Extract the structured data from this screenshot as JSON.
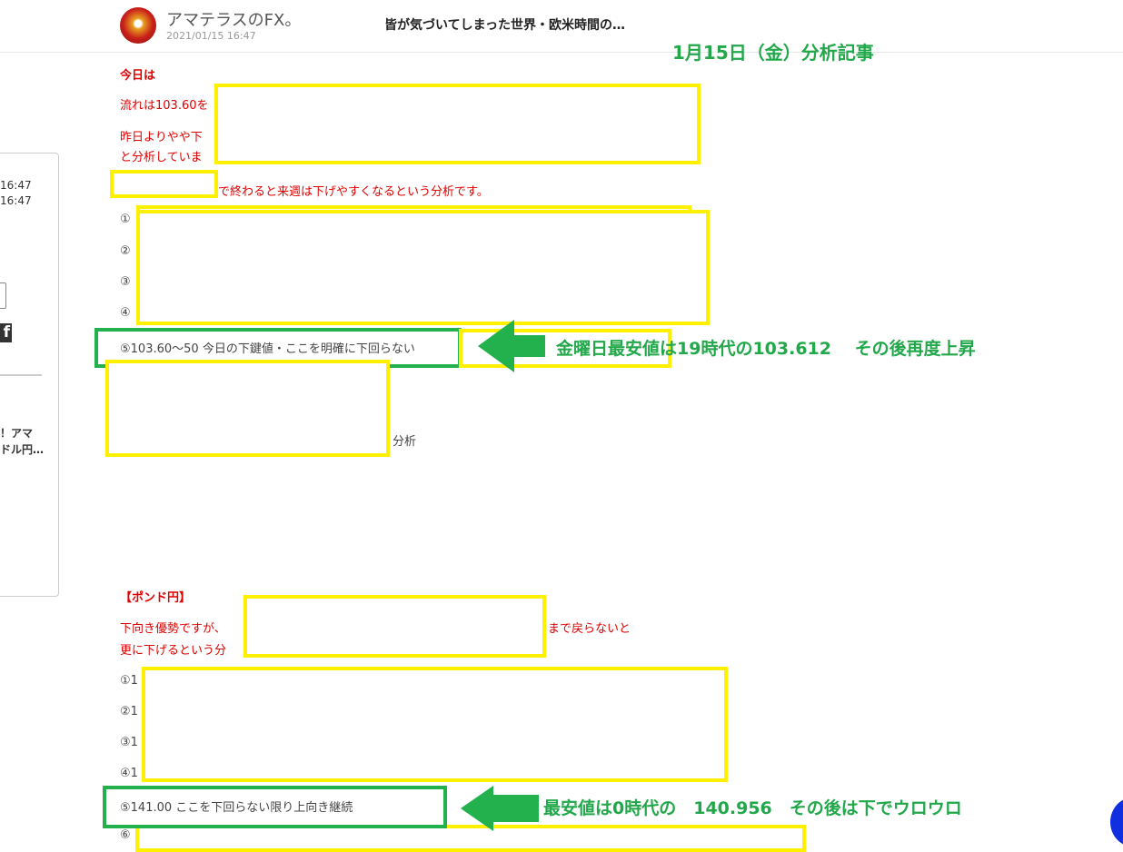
{
  "header": {
    "author": "アマテラスのFX。",
    "date": "2021/01/15 16:47",
    "title": "皆が気づいてしまった世界・欧米時間の…"
  },
  "sidebar": {
    "time1": "16:47",
    "time2": "16:47",
    "fb_icon": "f",
    "text1": "！アマ",
    "text2": "ドル円…"
  },
  "usd": {
    "heading": "今日は",
    "line1": "流れは103.60を",
    "line2": "昨日よりやや下",
    "line3": "と分析していま",
    "line4": "で終わると来週は下げやすくなるという分析です。",
    "items": [
      "①",
      "②",
      "③",
      "④"
    ],
    "item5": "⑤103.60～50 今日の下鍵値・ここを明確に下回らない",
    "tail": "分析"
  },
  "gbp": {
    "heading": "【ポンド円】",
    "line1": "下向き優勢ですが、",
    "line1b": "まで戻らないと",
    "line2": "更に下げるという分",
    "items": [
      "①1",
      "②1",
      "③1",
      "④1"
    ],
    "item5": "⑤141.00 ここを下回らない限り上向き継続",
    "item6": "⑥"
  },
  "annotations": {
    "title": "1月15日（金）分析記事",
    "usd_note": "金曜日最安値は19時代の103.612　 その後再度上昇",
    "gbp_note": "最安値は0時代の　140.956　その後は下でウロウロ",
    "colors": {
      "highlight": "#fff000",
      "accent": "#22b14c"
    }
  }
}
